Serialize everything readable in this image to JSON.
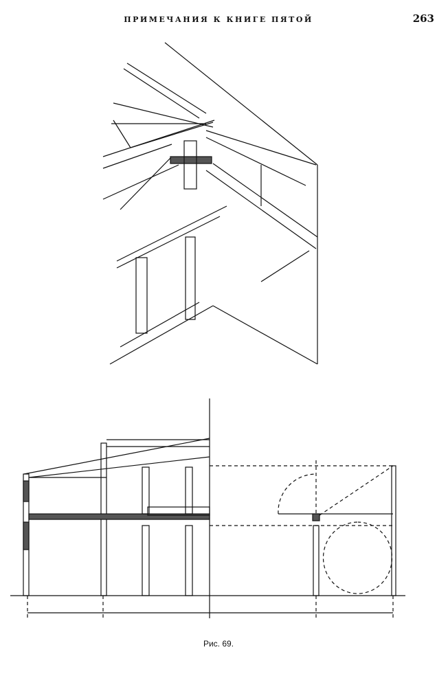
{
  "header": {
    "running_title": "ПРИМЕЧАНИЯ К КНИГЕ ПЯТОЙ",
    "page_number": "263"
  },
  "figure": {
    "caption": "Рис. 69."
  }
}
